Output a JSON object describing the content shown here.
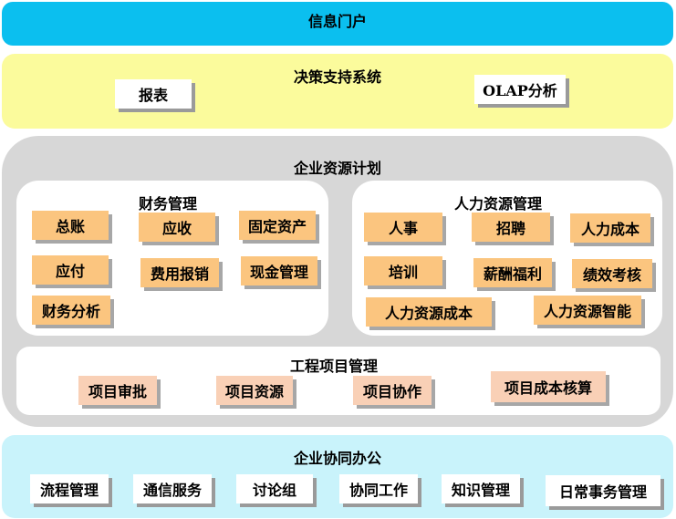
{
  "portal": {
    "title": "信息门户",
    "color": "#0bbfef"
  },
  "dss": {
    "title": "决策支持系统",
    "color": "#fbfb9c",
    "items": [
      "报表",
      "OLAP分析"
    ]
  },
  "erp": {
    "title": "企业资源计划",
    "color": "#d7d7d7",
    "finance": {
      "title": "财务管理",
      "items": [
        "总账",
        "应收",
        "固定资产",
        "应付",
        "费用报销",
        "现金管理",
        "财务分析"
      ]
    },
    "hr": {
      "title": "人力资源管理",
      "items": [
        "人事",
        "招聘",
        "人力成本",
        "培训",
        "薪酬福利",
        "绩效考核",
        "人力资源成本",
        "人力资源智能"
      ]
    },
    "project": {
      "title": "工程项目管理",
      "items": [
        "项目审批",
        "项目资源",
        "项目协作",
        "项目成本核算"
      ]
    }
  },
  "oa": {
    "title": "企业协同办公",
    "color": "#c9f3fb",
    "items": [
      "流程管理",
      "通信服务",
      "讨论组",
      "协同工作",
      "知识管理",
      "日常事务管理"
    ]
  }
}
